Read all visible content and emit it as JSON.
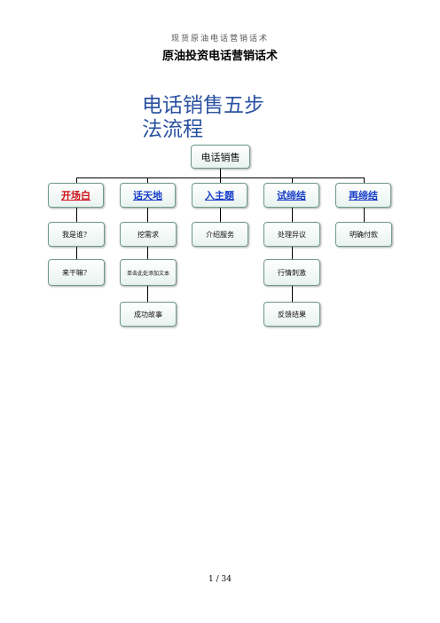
{
  "header": {
    "running_title": "现货原油电话营销话术"
  },
  "document": {
    "title": "原油投资电话营销话术"
  },
  "diagram": {
    "title_line1": "电话销售五步",
    "title_line2": "法流程",
    "root": "电话销售",
    "steps": [
      {
        "label": "开场白",
        "color": "#d0101a",
        "children": [
          "我是谁？",
          "来干嘛？"
        ]
      },
      {
        "label": "话天地",
        "color": "#1a3fc8",
        "children": [
          "挖需求",
          "单击此处添加文本",
          "成功故事"
        ]
      },
      {
        "label": "入主题",
        "color": "#1a3fc8",
        "children": [
          "介绍服务"
        ]
      },
      {
        "label": "试缔结",
        "color": "#1a3fc8",
        "children": [
          "处理异议",
          "行情刺激",
          "反馈结果"
        ]
      },
      {
        "label": "再缔结",
        "color": "#1a3fc8",
        "children": [
          "明确付款"
        ]
      }
    ]
  },
  "footer": {
    "page": "1 / 34"
  }
}
